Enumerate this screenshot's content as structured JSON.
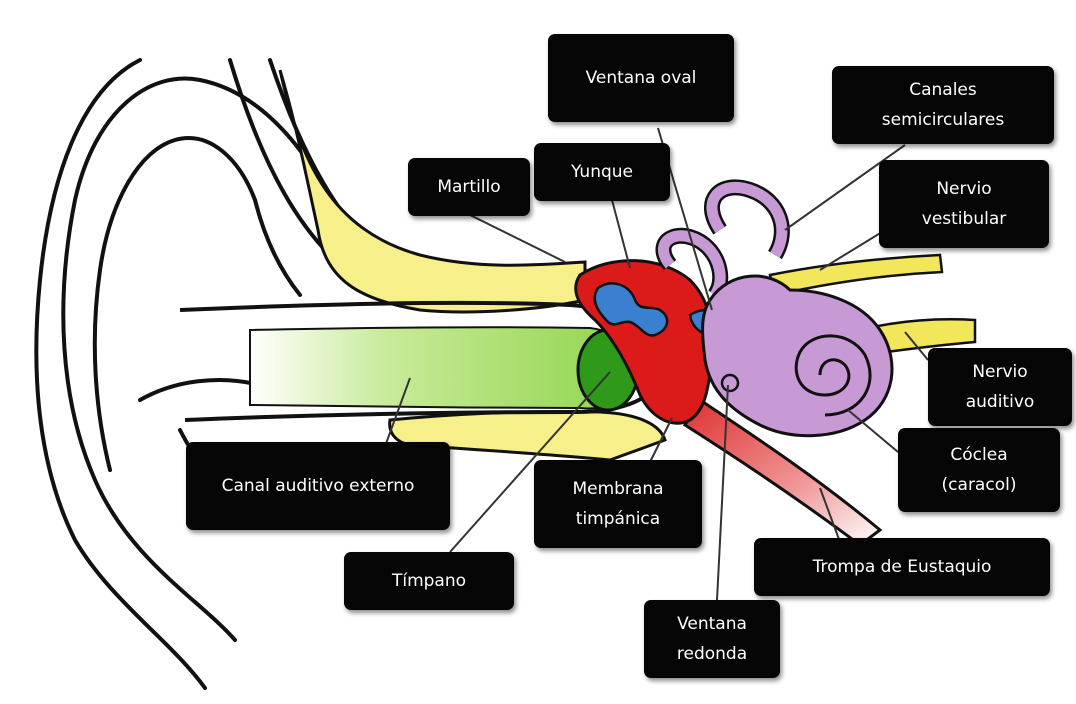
{
  "labels": {
    "ventana_oval": "Ventana oval",
    "canales_semicirculares": "Canales\nsemicirculares",
    "martillo": "Martillo",
    "yunque": "Yunque",
    "nervio_vestibular": "Nervio\nvestibular",
    "nervio_auditivo": "Nervio\nauditivo",
    "coclea": "Cóclea\n(caracol)",
    "canal_auditivo_externo": "Canal auditivo externo",
    "membrana_timpanica": "Membrana\ntimpánica",
    "timpano": "Tímpano",
    "trompa_de_eustaquio": "Trompa de Eustaquio",
    "ventana_redonda": "Ventana\nredonda"
  },
  "colors": {
    "label_background": "#050505",
    "label_text": "#ffffff",
    "ear_outline": "#111111",
    "cartilage_yellow": "#f7ef8a",
    "ear_canal_green": "#8fd44a",
    "eardrum_green": "#2f9a1a",
    "middle_ear_red": "#dd1a1a",
    "ossicles_blue": "#3b7fd0",
    "inner_ear_purple": "#c79ad6",
    "eustachian_tube_pink": "#f09a9a",
    "nerve_yellow": "#f2e75a"
  }
}
